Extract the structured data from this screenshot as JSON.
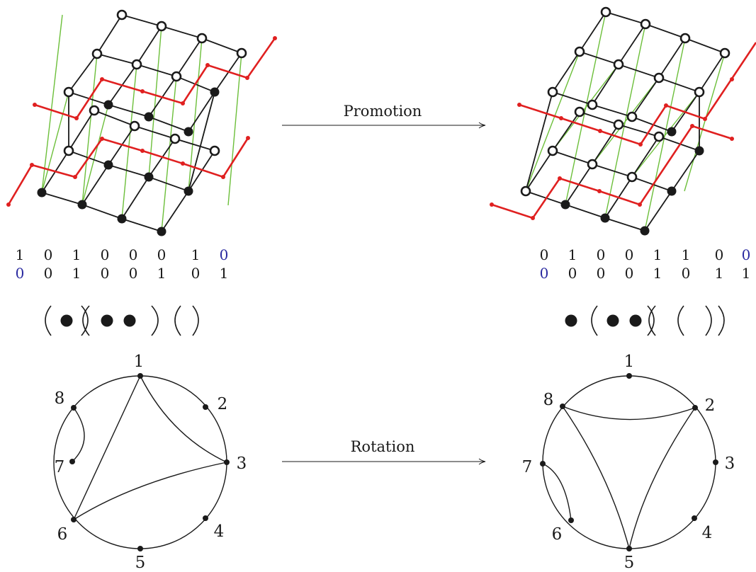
{
  "promotion_label": "Promotion",
  "rotation_label": "Rotation",
  "left_rows": [
    [
      "1",
      "0",
      "1",
      "0",
      "0",
      "0",
      "1",
      "0"
    ],
    [
      "0",
      "0",
      "1",
      "0",
      "0",
      "1",
      "0",
      "1"
    ]
  ],
  "right_rows": [
    [
      "0",
      "1",
      "0",
      "0",
      "1",
      "1",
      "0",
      "0"
    ],
    [
      "0",
      "0",
      "0",
      "0",
      "1",
      "0",
      "1",
      "1"
    ]
  ],
  "left_circle_labels": [
    "1",
    "2",
    "3",
    "4",
    "5",
    "6",
    "7",
    "8"
  ],
  "right_circle_labels": [
    "1",
    "2",
    "3",
    "4",
    "5",
    "6",
    "7",
    "8"
  ],
  "colors": {
    "black": "#1a1a1a",
    "red": "#e02020",
    "green": "#6cbf3a",
    "blue": "#2a2aa0"
  },
  "left_circle_chords": [
    [
      1,
      6
    ],
    [
      1,
      3
    ],
    [
      3,
      6
    ],
    [
      7,
      8
    ]
  ],
  "right_circle_chords": [
    [
      2,
      8
    ],
    [
      2,
      5
    ],
    [
      5,
      8
    ],
    [
      6,
      7
    ]
  ]
}
